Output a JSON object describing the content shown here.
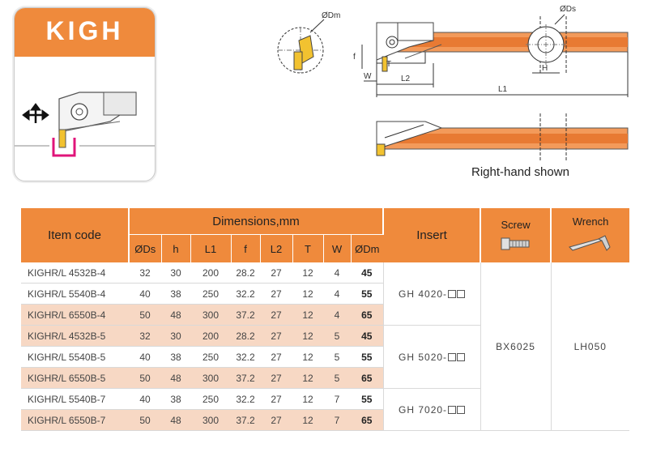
{
  "card": {
    "title": "KIGH"
  },
  "drawing": {
    "labels": {
      "dm": "ØDm",
      "ds": "ØDs",
      "f": "f",
      "t": "T",
      "w": "W",
      "l2": "L2",
      "l1": "L1",
      "h": "H"
    },
    "caption": "Right-hand shown"
  },
  "table": {
    "item_code_header": "Item code",
    "dimensions_header": "Dimensions,mm",
    "dim_columns": [
      "ØDs",
      "h",
      "L1",
      "f",
      "L2",
      "T",
      "W",
      "ØDm"
    ],
    "insert_header": "Insert",
    "screw_header": "Screw",
    "wrench_header": "Wrench",
    "rows": [
      {
        "code": "KIGHR/L 4532B-4",
        "ds": "32",
        "h": "30",
        "l1": "200",
        "f": "28.2",
        "l2": "27",
        "t": "12",
        "w": "4",
        "dm": "45"
      },
      {
        "code": "KIGHR/L 5540B-4",
        "ds": "40",
        "h": "38",
        "l1": "250",
        "f": "32.2",
        "l2": "27",
        "t": "12",
        "w": "4",
        "dm": "55"
      },
      {
        "code": "KIGHR/L 6550B-4",
        "ds": "50",
        "h": "48",
        "l1": "300",
        "f": "37.2",
        "l2": "27",
        "t": "12",
        "w": "4",
        "dm": "65"
      },
      {
        "code": "KIGHR/L 4532B-5",
        "ds": "32",
        "h": "30",
        "l1": "200",
        "f": "28.2",
        "l2": "27",
        "t": "12",
        "w": "5",
        "dm": "45"
      },
      {
        "code": "KIGHR/L 5540B-5",
        "ds": "40",
        "h": "38",
        "l1": "250",
        "f": "32.2",
        "l2": "27",
        "t": "12",
        "w": "5",
        "dm": "55"
      },
      {
        "code": "KIGHR/L 6550B-5",
        "ds": "50",
        "h": "48",
        "l1": "300",
        "f": "37.2",
        "l2": "27",
        "t": "12",
        "w": "5",
        "dm": "65"
      },
      {
        "code": "KIGHR/L 5540B-7",
        "ds": "40",
        "h": "38",
        "l1": "250",
        "f": "32.2",
        "l2": "27",
        "t": "12",
        "w": "7",
        "dm": "55"
      },
      {
        "code": "KIGHR/L 6550B-7",
        "ds": "50",
        "h": "48",
        "l1": "300",
        "f": "37.2",
        "l2": "27",
        "t": "12",
        "w": "7",
        "dm": "65"
      }
    ],
    "inserts": [
      "GH 4020-",
      "GH 5020-",
      "GH 7020-"
    ],
    "screw": "BX6025",
    "wrench": "LH050",
    "icons": {
      "screw": "screw-icon",
      "wrench": "hex-key-icon"
    },
    "colors": {
      "accent": "#ef8a3c",
      "stripe": "#f7d8c4",
      "highlight": "#e0147a",
      "insert": "#f2c230"
    }
  }
}
